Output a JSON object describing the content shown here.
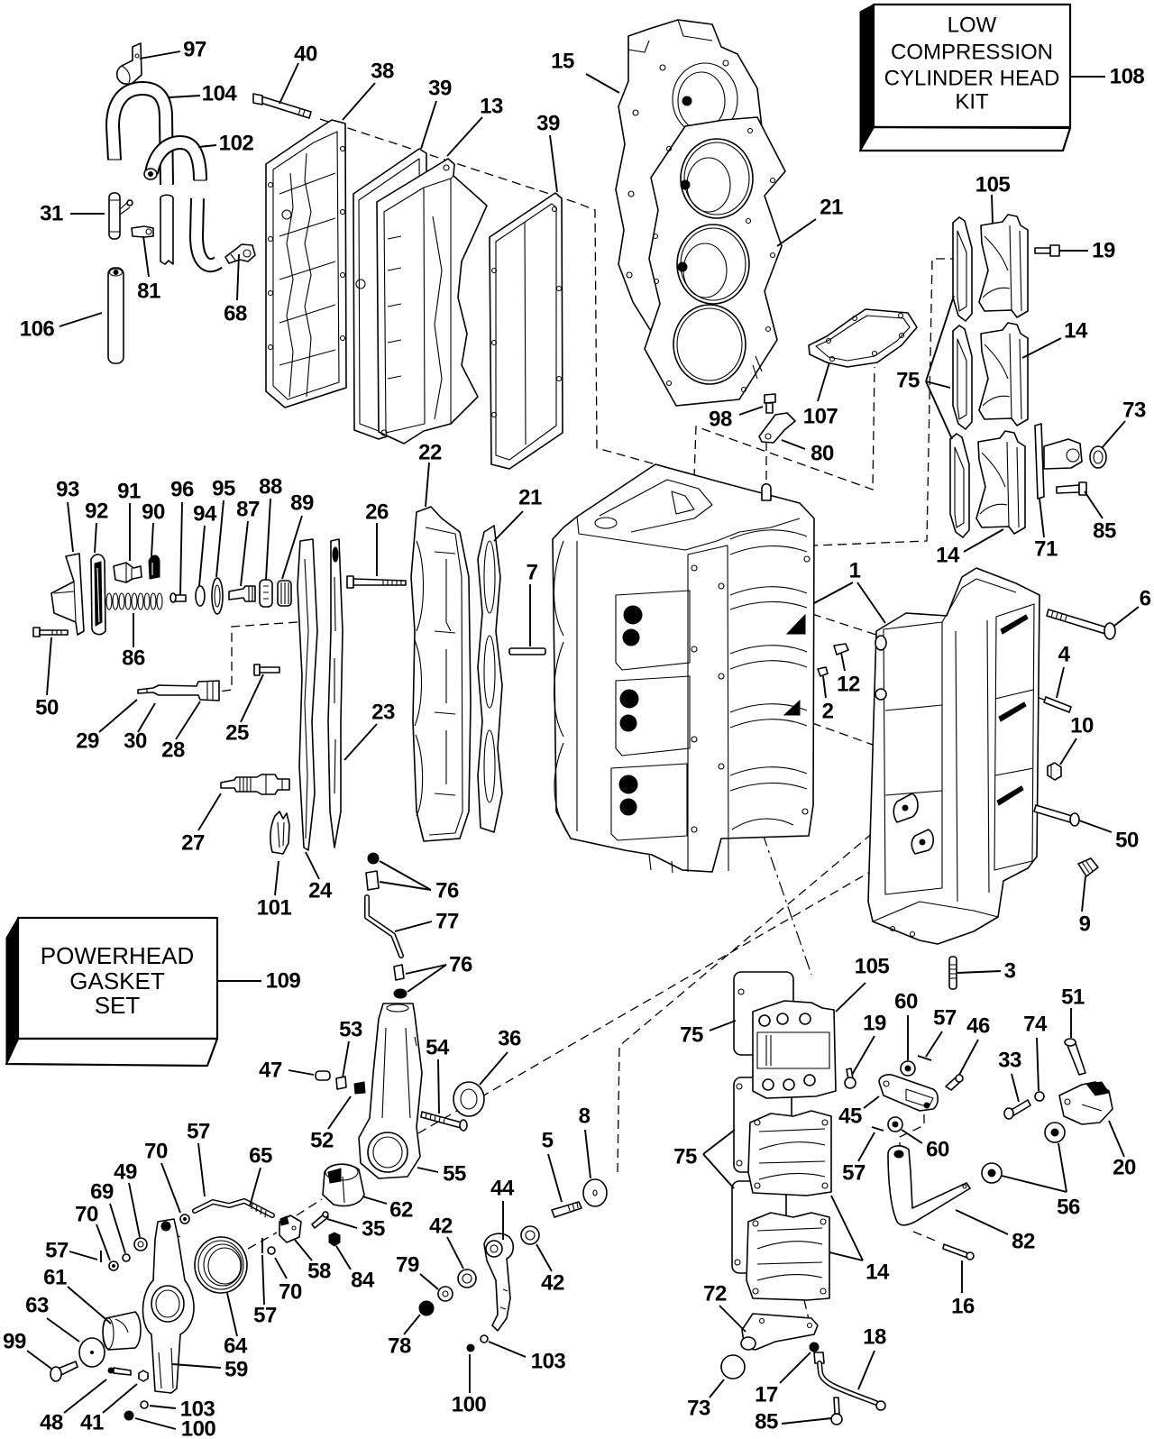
{
  "kits": [
    {
      "lines": [
        "LOW",
        "COMPRESSION",
        "CYLINDER HEAD",
        "KIT"
      ]
    },
    {
      "lines": [
        "POWERHEAD",
        "GASKET",
        "SET"
      ]
    }
  ],
  "callouts": [
    "97",
    "40",
    "38",
    "104",
    "39",
    "13",
    "102",
    "39",
    "15",
    "31",
    "81",
    "68",
    "106",
    "21",
    "108",
    "105",
    "19",
    "14",
    "75",
    "107",
    "98",
    "80",
    "73",
    "85",
    "71",
    "14",
    "22",
    "21",
    "93",
    "92",
    "91",
    "90",
    "96",
    "94",
    "95",
    "87",
    "88",
    "89",
    "26",
    "7",
    "86",
    "50",
    "29",
    "30",
    "28",
    "25",
    "23",
    "1",
    "12",
    "2",
    "6",
    "4",
    "10",
    "50",
    "9",
    "3",
    "27",
    "101",
    "24",
    "76",
    "77",
    "76",
    "109",
    "53",
    "47",
    "54",
    "36",
    "52",
    "55",
    "57",
    "70",
    "65",
    "49",
    "69",
    "70",
    "57",
    "61",
    "63",
    "99",
    "62",
    "35",
    "58",
    "84",
    "70",
    "57",
    "64",
    "59",
    "48",
    "41",
    "103",
    "100",
    "42",
    "79",
    "78",
    "100",
    "103",
    "44",
    "5",
    "8",
    "42",
    "75",
    "105",
    "19",
    "60",
    "57",
    "46",
    "45",
    "57",
    "60",
    "75",
    "14",
    "72",
    "73",
    "17",
    "85",
    "18",
    "16",
    "82",
    "56",
    "20",
    "51",
    "74",
    "33"
  ]
}
